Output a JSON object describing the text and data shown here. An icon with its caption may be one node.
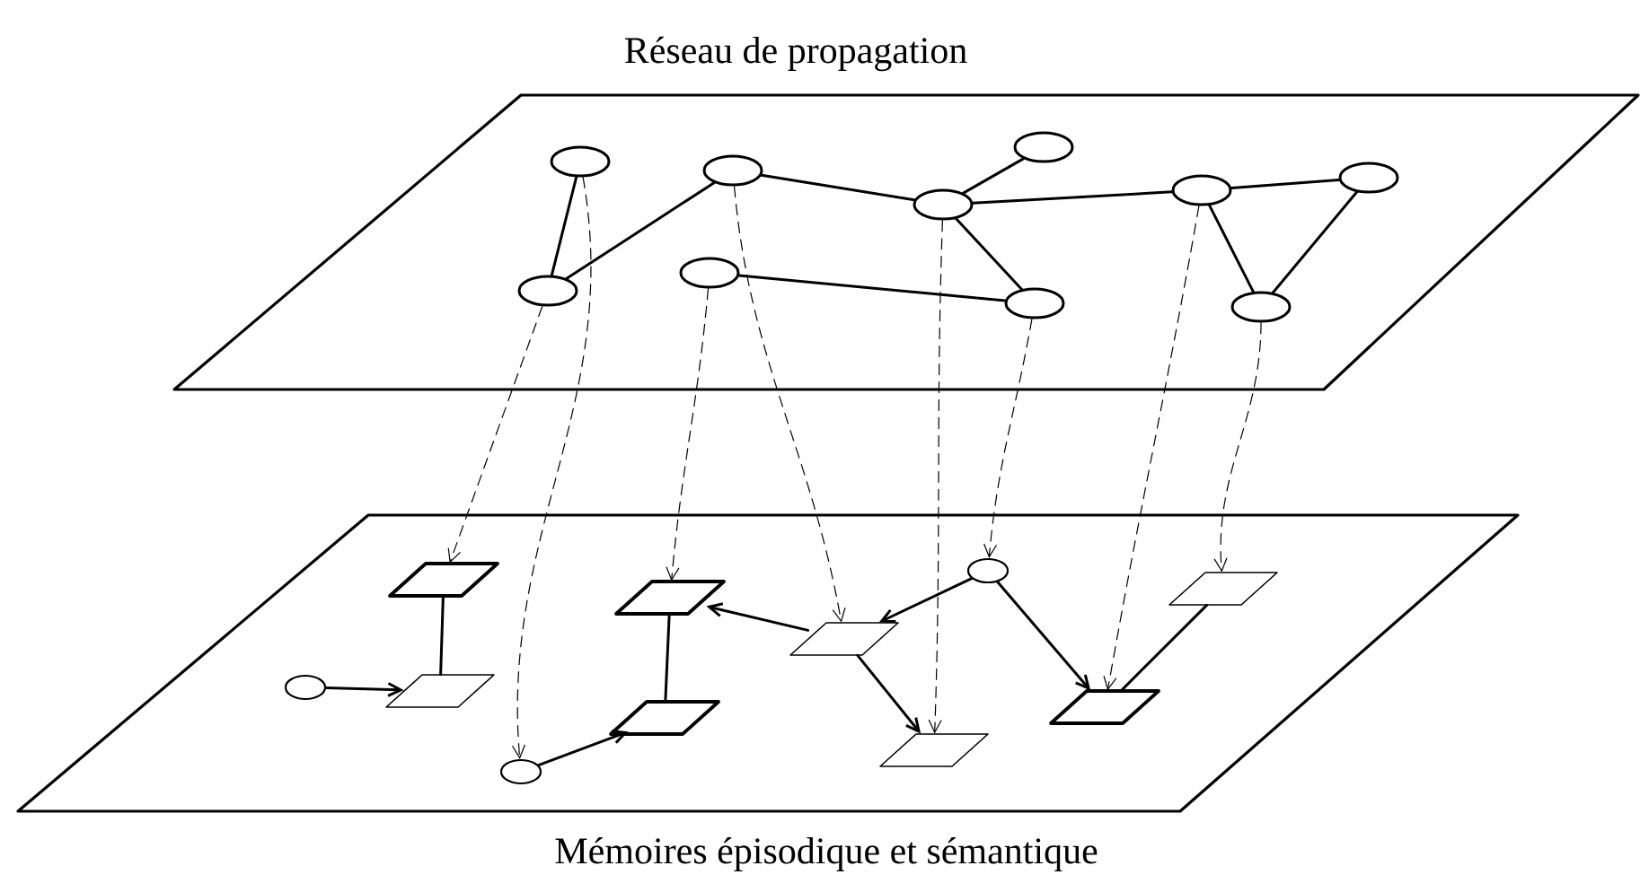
{
  "diagram": {
    "nodes": [
      {
        "text": [
          "Réseau de propagation"
        ]
      },
      {
        "text": [],
        "shape": "ellipse",
        "in": 0
      },
      {
        "text": [],
        "shape": "ellipse",
        "in": 0
      },
      {
        "text": [],
        "shape": "ellipse",
        "in": 0
      },
      {
        "text": [],
        "shape": "ellipse",
        "in": 0
      },
      {
        "text": [],
        "shape": "ellipse",
        "in": 0
      },
      {
        "text": [],
        "shape": "ellipse",
        "in": 0
      },
      {
        "text": [],
        "shape": "ellipse",
        "in": 0
      },
      {
        "text": [],
        "shape": "ellipse",
        "in": 0
      },
      {
        "text": [],
        "shape": "ellipse",
        "in": 0
      },
      {
        "text": [],
        "shape": "ellipse",
        "in": 0
      },
      {
        "text": [
          "Mémoires épisodique et sémantique"
        ]
      },
      {
        "text": [],
        "shape": "ellipse",
        "in": 11
      },
      {
        "text": [],
        "shape": "parallelogram",
        "in": 11
      },
      {
        "text": [],
        "shape": "parallelogram",
        "in": 11
      },
      {
        "text": [],
        "shape": "ellipse",
        "in": 11
      },
      {
        "text": [],
        "shape": "parallelogram",
        "in": 11
      },
      {
        "text": [],
        "shape": "parallelogram",
        "in": 11
      },
      {
        "text": [],
        "shape": "parallelogram",
        "in": 11
      },
      {
        "text": [],
        "shape": "parallelogram",
        "in": 11
      },
      {
        "text": [],
        "shape": "ellipse",
        "in": 11
      },
      {
        "text": [],
        "shape": "parallelogram",
        "in": 11
      },
      {
        "text": [],
        "shape": "parallelogram",
        "in": 11
      }
    ],
    "edges": [
      {
        "from": 2,
        "to": 1,
        "arrow": "none"
      },
      {
        "from": 1,
        "to": 4,
        "arrow": "none"
      },
      {
        "from": 4,
        "to": 5,
        "arrow": "none"
      },
      {
        "from": 5,
        "to": 7,
        "arrow": "none"
      },
      {
        "from": 5,
        "to": 6,
        "arrow": "none"
      },
      {
        "from": 3,
        "to": 6,
        "arrow": "none"
      },
      {
        "from": 5,
        "to": 8,
        "arrow": "none"
      },
      {
        "from": 8,
        "to": 10,
        "arrow": "none"
      },
      {
        "from": 8,
        "to": 9,
        "arrow": "none"
      },
      {
        "from": 10,
        "to": 9,
        "arrow": "none"
      },
      {
        "from": 14,
        "to": 13,
        "arrow": "none"
      },
      {
        "from": 12,
        "to": 13,
        "arrow": "to"
      },
      {
        "from": 15,
        "to": 16,
        "arrow": "to"
      },
      {
        "from": 17,
        "to": 16,
        "arrow": "none"
      },
      {
        "from": 18,
        "to": 17,
        "arrow": "to"
      },
      {
        "from": 20,
        "to": 18,
        "arrow": "to"
      },
      {
        "from": 18,
        "to": 19,
        "arrow": "to"
      },
      {
        "from": 20,
        "to": 21,
        "arrow": "to"
      },
      {
        "from": 22,
        "to": 21,
        "arrow": "none"
      },
      {
        "from": 1,
        "to": 14,
        "arrow": "to",
        "style": "dashed"
      },
      {
        "from": 2,
        "to": 15,
        "arrow": "to",
        "style": "dashed"
      },
      {
        "from": 3,
        "to": 17,
        "arrow": "to",
        "style": "dashed"
      },
      {
        "from": 4,
        "to": 18,
        "arrow": "to",
        "style": "dashed"
      },
      {
        "from": 6,
        "to": 20,
        "arrow": "to",
        "style": "dashed"
      },
      {
        "from": 5,
        "to": 19,
        "arrow": "to",
        "style": "dashed"
      },
      {
        "from": 8,
        "to": 21,
        "arrow": "to",
        "style": "dashed"
      },
      {
        "from": 9,
        "to": 22,
        "arrow": "to",
        "style": "dashed"
      }
    ]
  }
}
